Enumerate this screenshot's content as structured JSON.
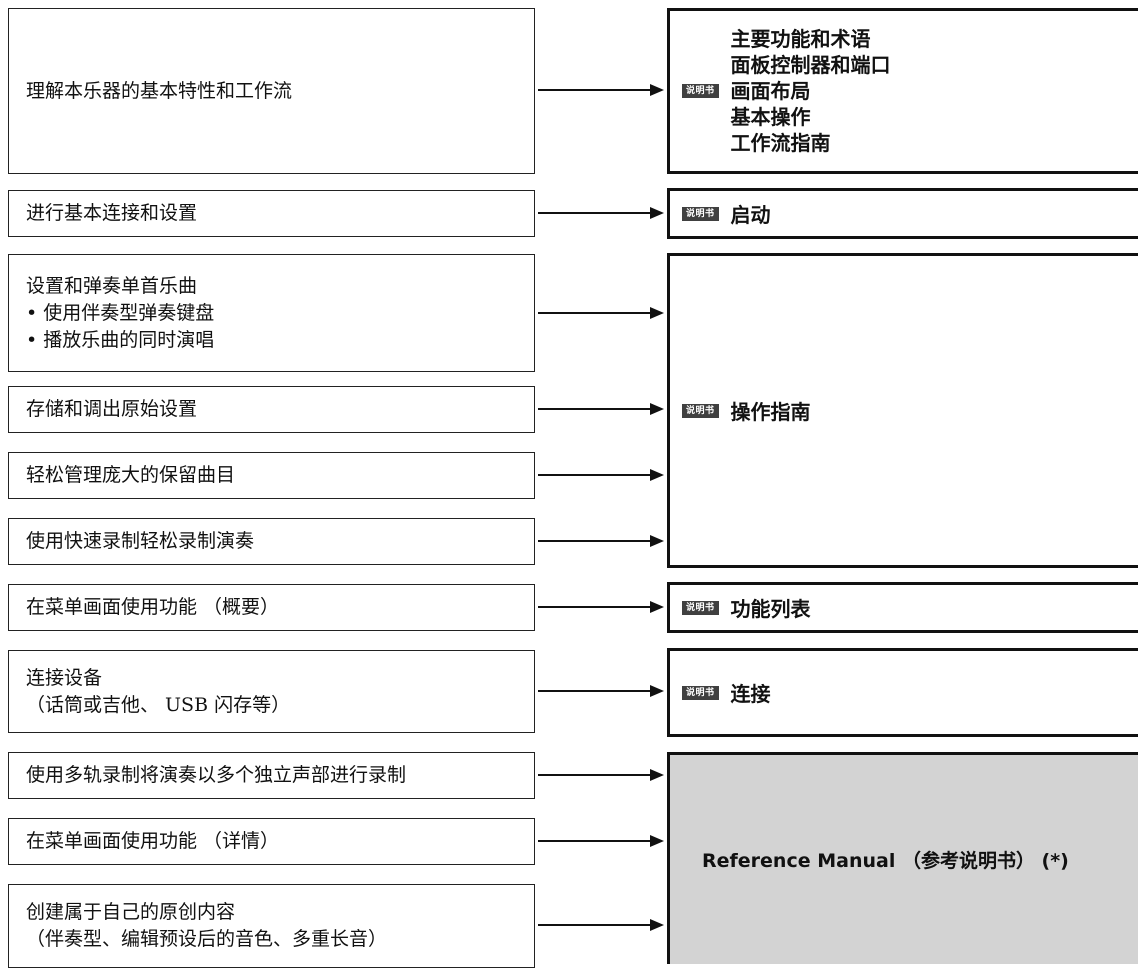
{
  "badge_label": "说明书",
  "tasks": [
    {
      "lines": [
        "理解本乐器的基本特性和工作流"
      ]
    },
    {
      "lines": [
        "进行基本连接和设置"
      ]
    },
    {
      "lines": [
        "设置和弹奏单首乐曲",
        "• 使用伴奏型弹奏键盘",
        "• 播放乐曲的同时演唱"
      ]
    },
    {
      "lines": [
        "存储和调出原始设置"
      ]
    },
    {
      "lines": [
        "轻松管理庞大的保留曲目"
      ]
    },
    {
      "lines": [
        "使用快速录制轻松录制演奏"
      ]
    },
    {
      "lines": [
        "在菜单画面使用功能 （概要）"
      ]
    },
    {
      "lines": [
        "连接设备",
        "（话筒或吉他、 USB 闪存等）"
      ]
    },
    {
      "lines": [
        "使用多轨录制将演奏以多个独立声部进行录制"
      ]
    },
    {
      "lines": [
        "在菜单画面使用功能 （详情）"
      ]
    },
    {
      "lines": [
        "创建属于自己的原创内容",
        "（伴奏型、编辑预设后的音色、多重长音）"
      ]
    }
  ],
  "destinations": [
    {
      "lines": [
        "主要功能和术语",
        "面板控制器和端口",
        "画面布局",
        "基本操作",
        "工作流指南"
      ]
    },
    {
      "lines": [
        "启动"
      ]
    },
    {
      "lines": [
        "操作指南"
      ]
    },
    {
      "lines": [
        "功能列表"
      ]
    },
    {
      "lines": [
        "连接"
      ]
    },
    {
      "lines": [
        "Reference Manual （参考说明书） (*)"
      ]
    }
  ]
}
